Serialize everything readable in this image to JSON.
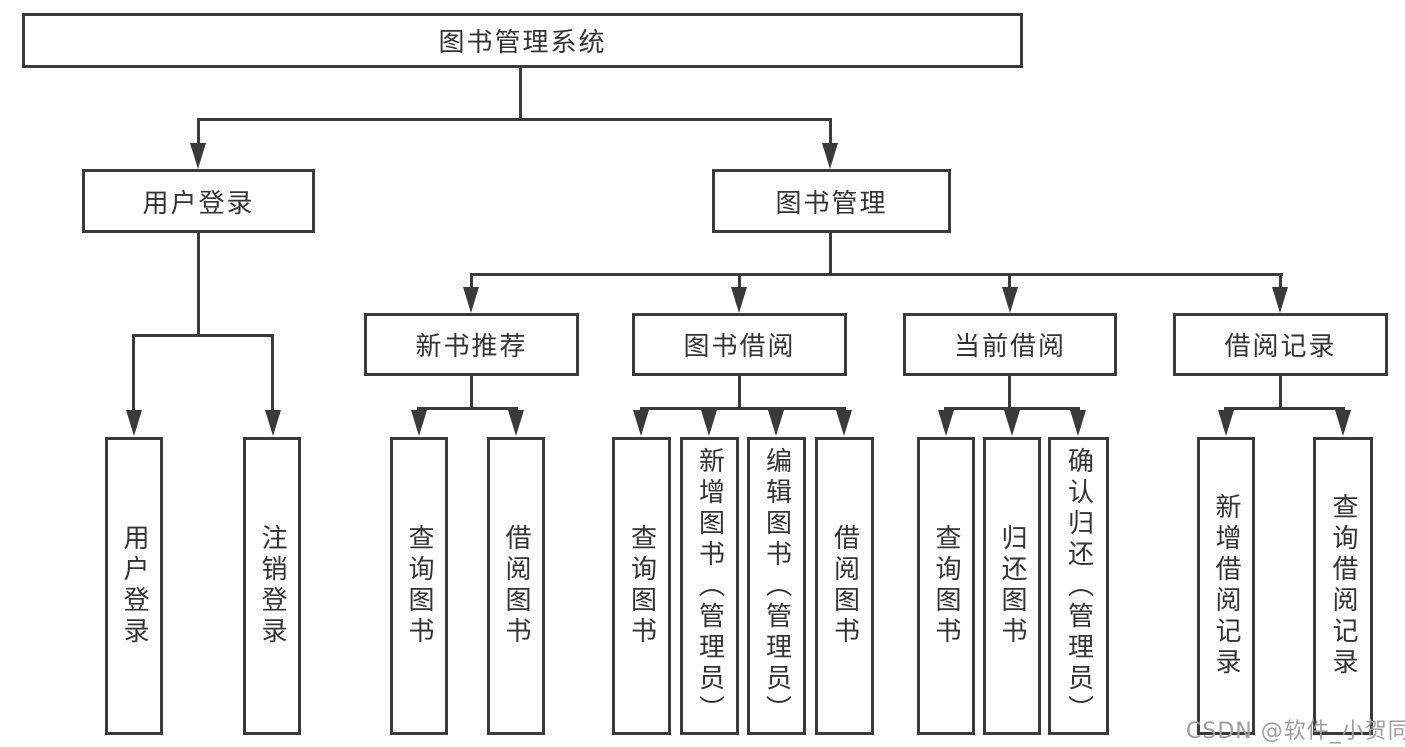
{
  "diagram": {
    "colors": {
      "line": "#3a3a3a",
      "text": "#333333",
      "bg": "#ffffff",
      "watermark": "#9e9e9e"
    },
    "root": {
      "label": "图书管理系统"
    },
    "branches": {
      "user_login": {
        "label": "用户登录",
        "children": [
          {
            "label": "用户登录"
          },
          {
            "label": "注销登录"
          }
        ]
      },
      "book_mgmt": {
        "label": "图书管理",
        "children": [
          {
            "label": "新书推荐",
            "children": [
              {
                "label": "查询图书"
              },
              {
                "label": "借阅图书"
              }
            ]
          },
          {
            "label": "图书借阅",
            "children": [
              {
                "label": "查询图书"
              },
              {
                "label": "新增图书（管理员）"
              },
              {
                "label": "编辑图书（管理员）"
              },
              {
                "label": "借阅图书"
              }
            ]
          },
          {
            "label": "当前借阅",
            "children": [
              {
                "label": "查询图书"
              },
              {
                "label": "归还图书"
              },
              {
                "label": "确认归还（管理员）"
              }
            ]
          },
          {
            "label": "借阅记录",
            "children": [
              {
                "label": "新增借阅记录"
              },
              {
                "label": "查询借阅记录"
              }
            ]
          }
        ]
      }
    },
    "watermark": {
      "text": "CSDN @软件_小贺同学"
    }
  }
}
